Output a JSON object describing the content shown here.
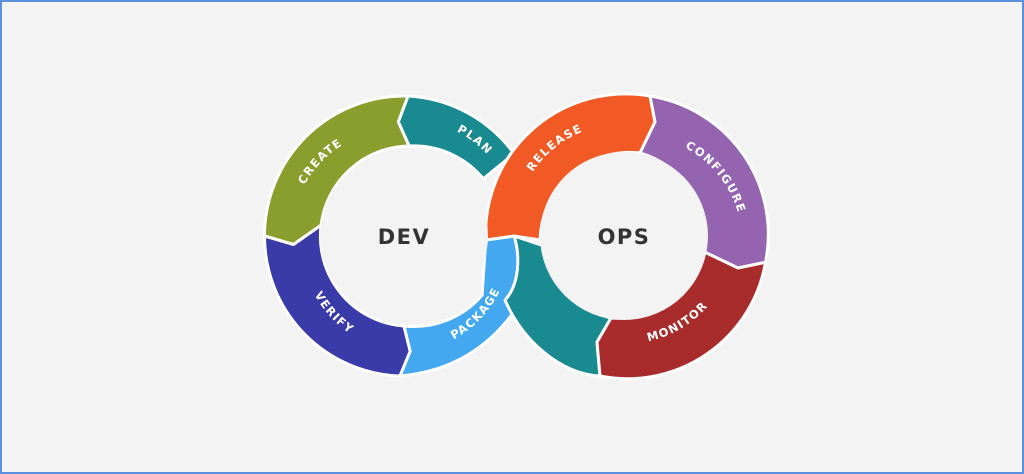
{
  "diagram": {
    "hubs": {
      "dev": "DEV",
      "ops": "OPS"
    },
    "segments": {
      "plan": "PLAN",
      "create": "CREATE",
      "verify": "VERIFY",
      "package": "PACKAGE",
      "release": "RELEASE",
      "configure": "CONFIGURE",
      "monitor": "MONITOR"
    },
    "colors": {
      "plan": "#1a8a91",
      "create": "#8a9e2e",
      "verify": "#3a3aa8",
      "package": "#43a8f0",
      "release": "#f15a24",
      "configure": "#9464b0",
      "monitor": "#a82c2c",
      "background": "#f3f3f3",
      "hub_text": "#333333"
    }
  }
}
